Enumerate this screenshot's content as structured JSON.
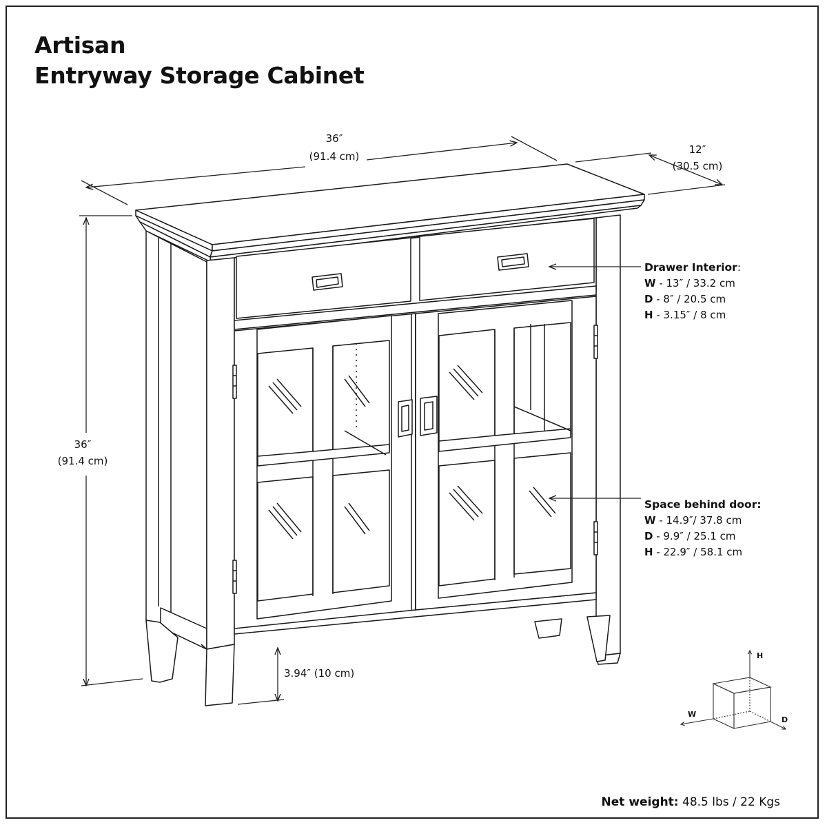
{
  "title": {
    "line1": "Artisan",
    "line2": "Entryway Storage Cabinet"
  },
  "dimensions": {
    "width": {
      "imperial": "36″",
      "metric": "(91.4 cm)"
    },
    "depth": {
      "imperial": "12″",
      "metric": "(30.5 cm)"
    },
    "height": {
      "imperial": "36″",
      "metric": "(91.4 cm)"
    },
    "clearance": "3.94″ (10 cm)"
  },
  "drawer_interior": {
    "heading": "Drawer Interior",
    "heading_suffix": ":",
    "w_key": "W",
    "w_val": " - 13″ / 33.2 cm",
    "d_key": "D",
    "d_val": " - 8″ / 20.5 cm",
    "h_key": "H",
    "h_val": " - 3.15″ /  8 cm"
  },
  "space_behind_door": {
    "heading": "Space behind door:",
    "w_key": "W",
    "w_val": " - 14.9″/ 37.8 cm",
    "d_key": "D",
    "d_val": " - 9.9″ / 25.1 cm",
    "h_key": "H",
    "h_val": " - 22.9″ /  58.1 cm"
  },
  "axis_legend": {
    "h": "H",
    "w": "W",
    "d": "D"
  },
  "net_weight": {
    "label": "Net weight:",
    "value": " 48.5 lbs / 22 Kgs"
  }
}
